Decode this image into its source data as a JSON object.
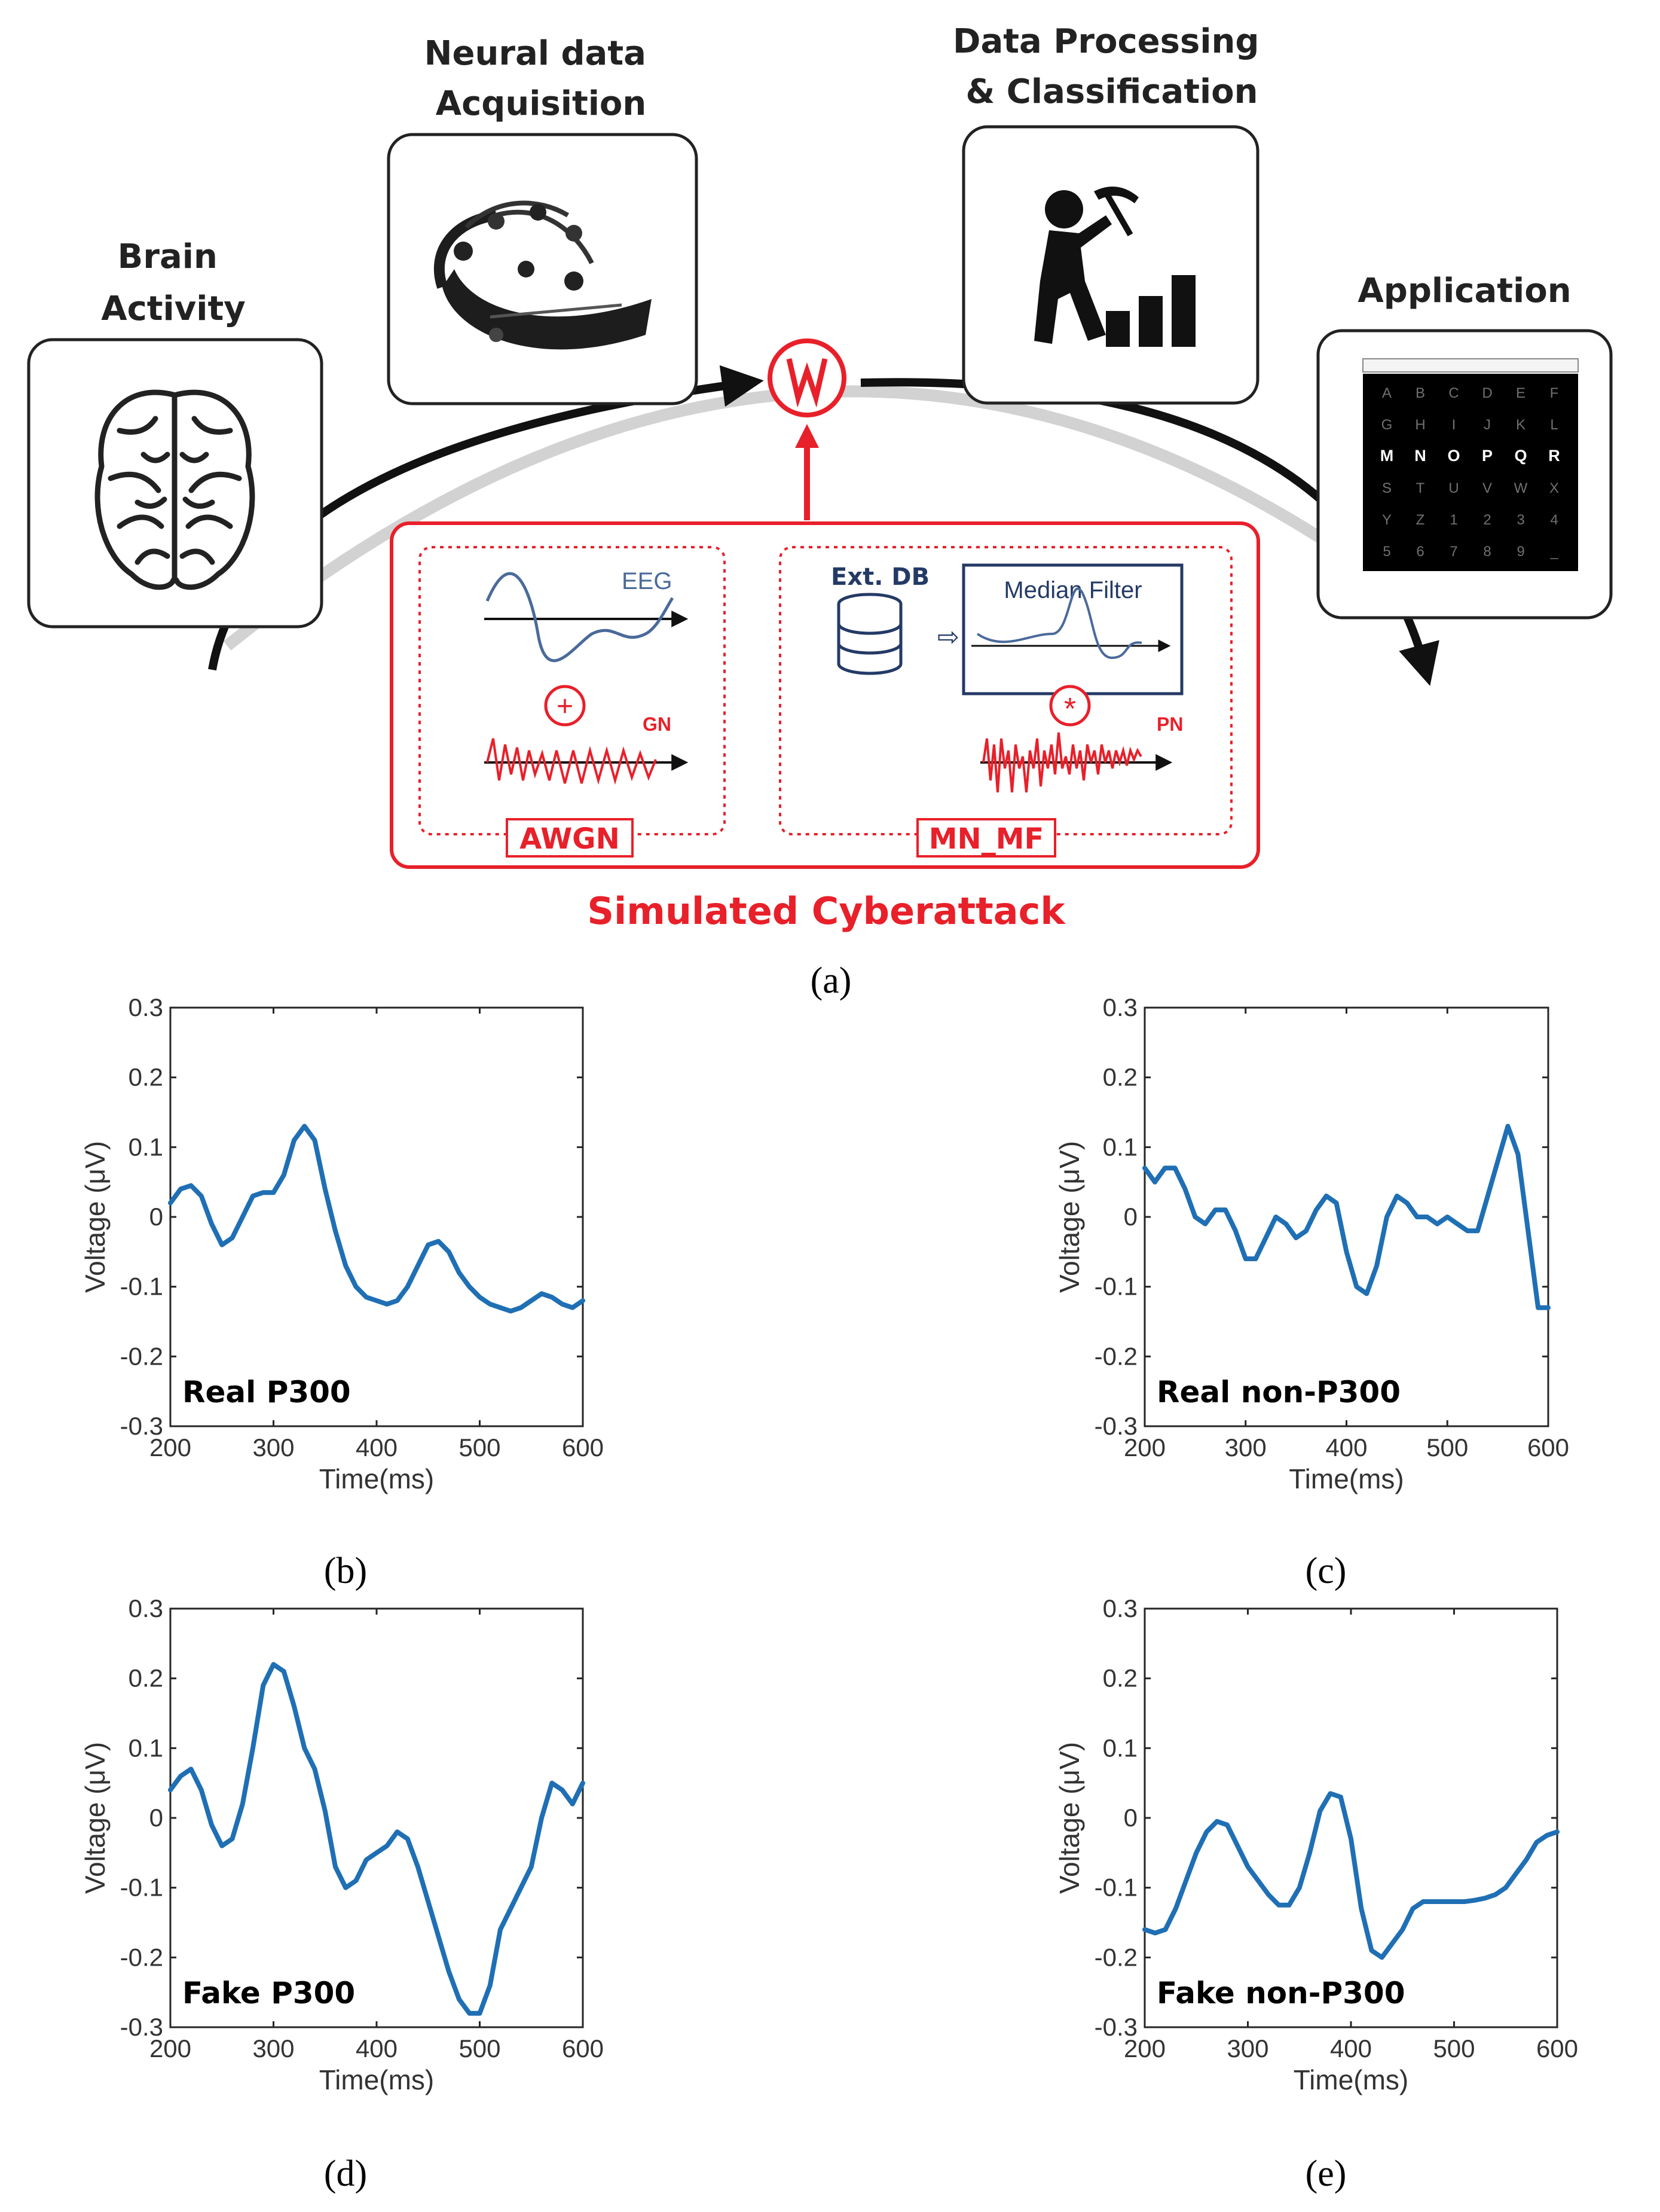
{
  "stages": {
    "brain": "Brain\nActivity",
    "acquisition": "Neural data\nAcquisition",
    "processing": "Data Processing\n& Classification",
    "application": "Application"
  },
  "attack": {
    "title": "Simulated Cyberattack",
    "awgn_label": "AWGN",
    "mnmf_label": "MN_MF",
    "eeg_label": "EEG",
    "gn_label": "GN",
    "pn_label": "PN",
    "extdb_label": "Ext. DB",
    "median_label": "Median Filter",
    "plus_symbol": "+",
    "star_symbol": "*"
  },
  "speller": {
    "rows": [
      [
        "A",
        "B",
        "C",
        "D",
        "E",
        "F"
      ],
      [
        "G",
        "H",
        "I",
        "J",
        "K",
        "L"
      ],
      [
        "M",
        "N",
        "O",
        "P",
        "Q",
        "R"
      ],
      [
        "S",
        "T",
        "U",
        "V",
        "W",
        "X"
      ],
      [
        "Y",
        "Z",
        "1",
        "2",
        "3",
        "4"
      ],
      [
        "5",
        "6",
        "7",
        "8",
        "9",
        "_"
      ]
    ],
    "highlight_row": 2
  },
  "captions": {
    "a": "(a)",
    "b": "(b)",
    "c": "(c)",
    "d": "(d)",
    "e": "(e)"
  },
  "colors": {
    "attack": "#e8202a",
    "signal": "#1f6fb4",
    "eeg_blue": "#4a6a9a"
  },
  "chart_data": [
    {
      "id": "b",
      "type": "line",
      "label": "Real P300",
      "xlabel": "Time(ms)",
      "ylabel": "Voltage (μV)",
      "xlim": [
        200,
        600
      ],
      "ylim": [
        -0.3,
        0.3
      ],
      "xticks": [
        200,
        300,
        400,
        500,
        600
      ],
      "yticks": [
        0.3,
        0.2,
        0.1,
        0,
        -0.1,
        -0.2,
        -0.3
      ],
      "x": [
        200,
        210,
        220,
        230,
        240,
        250,
        260,
        270,
        280,
        290,
        300,
        310,
        320,
        330,
        340,
        350,
        360,
        370,
        380,
        390,
        400,
        410,
        420,
        430,
        440,
        450,
        460,
        470,
        480,
        490,
        500,
        510,
        520,
        530,
        540,
        550,
        560,
        570,
        580,
        590,
        600
      ],
      "y": [
        0.02,
        0.04,
        0.045,
        0.03,
        -0.01,
        -0.04,
        -0.03,
        0.0,
        0.03,
        0.035,
        0.035,
        0.06,
        0.11,
        0.13,
        0.11,
        0.04,
        -0.02,
        -0.07,
        -0.1,
        -0.115,
        -0.12,
        -0.125,
        -0.12,
        -0.1,
        -0.07,
        -0.04,
        -0.035,
        -0.05,
        -0.08,
        -0.1,
        -0.115,
        -0.125,
        -0.13,
        -0.135,
        -0.13,
        -0.12,
        -0.11,
        -0.115,
        -0.125,
        -0.13,
        -0.12
      ]
    },
    {
      "id": "c",
      "type": "line",
      "label": "Real non-P300",
      "xlabel": "Time(ms)",
      "ylabel": "Voltage (μV)",
      "xlim": [
        200,
        600
      ],
      "ylim": [
        -0.3,
        0.3
      ],
      "xticks": [
        200,
        300,
        400,
        500,
        600
      ],
      "yticks": [
        0.3,
        0.2,
        0.1,
        0,
        -0.1,
        -0.2,
        -0.3
      ],
      "x": [
        200,
        210,
        220,
        230,
        240,
        250,
        260,
        270,
        280,
        290,
        300,
        310,
        320,
        330,
        340,
        350,
        360,
        370,
        380,
        390,
        400,
        410,
        420,
        430,
        440,
        450,
        460,
        470,
        480,
        490,
        500,
        510,
        520,
        530,
        540,
        550,
        560,
        570,
        580,
        590,
        600
      ],
      "y": [
        0.07,
        0.05,
        0.07,
        0.07,
        0.04,
        0.0,
        -0.01,
        0.01,
        0.01,
        -0.02,
        -0.06,
        -0.06,
        -0.03,
        0.0,
        -0.01,
        -0.03,
        -0.02,
        0.01,
        0.03,
        0.02,
        -0.05,
        -0.1,
        -0.11,
        -0.07,
        0.0,
        0.03,
        0.02,
        0.0,
        0.0,
        -0.01,
        0.0,
        -0.01,
        -0.02,
        -0.02,
        0.03,
        0.08,
        0.13,
        0.09,
        -0.02,
        -0.13,
        -0.13
      ]
    },
    {
      "id": "d",
      "type": "line",
      "label": "Fake P300",
      "xlabel": "Time(ms)",
      "ylabel": "Voltage (μV)",
      "xlim": [
        200,
        600
      ],
      "ylim": [
        -0.3,
        0.3
      ],
      "xticks": [
        200,
        300,
        400,
        500,
        600
      ],
      "yticks": [
        0.3,
        0.2,
        0.1,
        0,
        -0.1,
        -0.2,
        -0.3
      ],
      "x": [
        200,
        210,
        220,
        230,
        240,
        250,
        260,
        270,
        280,
        290,
        300,
        310,
        320,
        330,
        340,
        350,
        360,
        370,
        380,
        390,
        400,
        410,
        420,
        430,
        440,
        450,
        460,
        470,
        480,
        490,
        500,
        510,
        520,
        530,
        540,
        550,
        560,
        570,
        580,
        590,
        600
      ],
      "y": [
        0.04,
        0.06,
        0.07,
        0.04,
        -0.01,
        -0.04,
        -0.03,
        0.02,
        0.1,
        0.19,
        0.22,
        0.21,
        0.16,
        0.1,
        0.07,
        0.01,
        -0.07,
        -0.1,
        -0.09,
        -0.06,
        -0.05,
        -0.04,
        -0.02,
        -0.03,
        -0.07,
        -0.12,
        -0.17,
        -0.22,
        -0.26,
        -0.28,
        -0.28,
        -0.24,
        -0.16,
        -0.13,
        -0.1,
        -0.07,
        0.0,
        0.05,
        0.04,
        0.02,
        0.05
      ]
    },
    {
      "id": "e",
      "type": "line",
      "label": "Fake non-P300",
      "xlabel": "Time(ms)",
      "ylabel": "Voltage (μV)",
      "xlim": [
        200,
        600
      ],
      "ylim": [
        -0.3,
        0.3
      ],
      "xticks": [
        200,
        300,
        400,
        500,
        600
      ],
      "yticks": [
        0.3,
        0.2,
        0.1,
        0,
        -0.1,
        -0.2,
        -0.3
      ],
      "x": [
        200,
        210,
        220,
        230,
        240,
        250,
        260,
        270,
        280,
        290,
        300,
        310,
        320,
        330,
        340,
        350,
        360,
        370,
        380,
        390,
        400,
        410,
        420,
        430,
        440,
        450,
        460,
        470,
        480,
        490,
        500,
        510,
        520,
        530,
        540,
        550,
        560,
        570,
        580,
        590,
        600
      ],
      "y": [
        -0.16,
        -0.165,
        -0.16,
        -0.13,
        -0.09,
        -0.05,
        -0.02,
        -0.005,
        -0.01,
        -0.04,
        -0.07,
        -0.09,
        -0.11,
        -0.125,
        -0.125,
        -0.1,
        -0.05,
        0.01,
        0.035,
        0.03,
        -0.03,
        -0.13,
        -0.19,
        -0.2,
        -0.18,
        -0.16,
        -0.13,
        -0.12,
        -0.12,
        -0.12,
        -0.12,
        -0.12,
        -0.118,
        -0.115,
        -0.11,
        -0.1,
        -0.08,
        -0.06,
        -0.035,
        -0.025,
        -0.02
      ]
    }
  ]
}
